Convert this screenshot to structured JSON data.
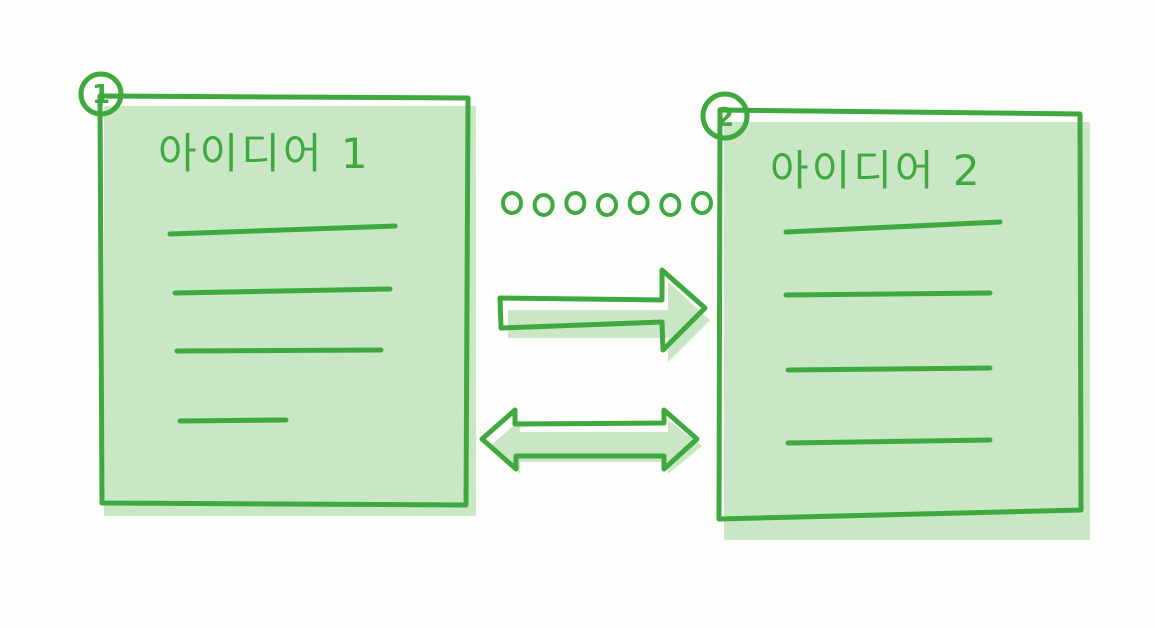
{
  "colors": {
    "stroke": "#3fa93f",
    "shadow": "#bfe3bb",
    "background": "#fdfdfb"
  },
  "note_left": {
    "badge": "1",
    "title": "아이디어 1",
    "text_lines": 4
  },
  "note_right": {
    "badge": "2",
    "title": "아이디어 2",
    "text_lines": 4
  },
  "connectors": {
    "dots_count": 7,
    "arrow_types": [
      "right-arrow",
      "double-arrow"
    ]
  }
}
